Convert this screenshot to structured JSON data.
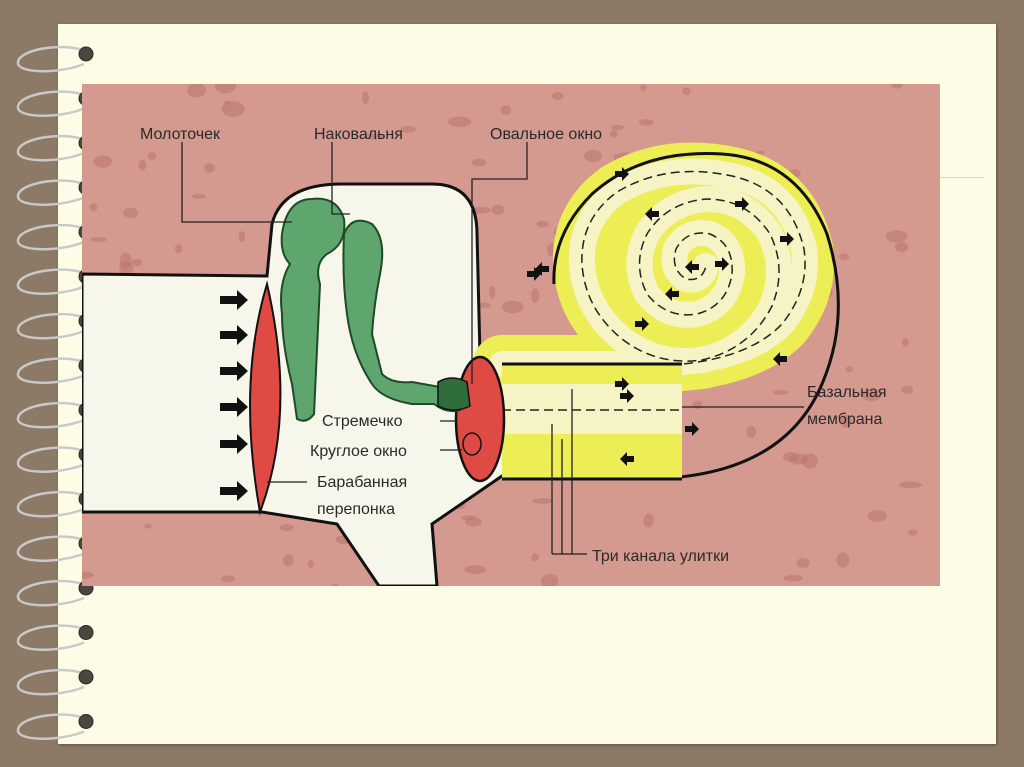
{
  "labels": {
    "malleus": "Молоточек",
    "incus": "Наковальня",
    "oval_window": "Овальное окно",
    "stapes": "Стремечко",
    "round_window": "Круглое окно",
    "eardrum_line1": "Барабанная",
    "eardrum_line2": "перепонка",
    "basilar_line1": "Базальная",
    "basilar_line2": "мембрана",
    "cochlea_canals": "Три канала улитки"
  },
  "colors": {
    "background": "#8d7a66",
    "paper": "#fdfce6",
    "tissue": "#d49a90",
    "canal": "#f7f6ea",
    "ossicles": "#5fa66e",
    "membrane": "#e04a45",
    "cochlea_outer": "#eded55",
    "cochlea_inner": "#f6f3c4"
  },
  "icons": {
    "rings": "spiral-binding-ring",
    "sound": "arrow-right-icon",
    "flow": "flow-arrow-icon"
  }
}
